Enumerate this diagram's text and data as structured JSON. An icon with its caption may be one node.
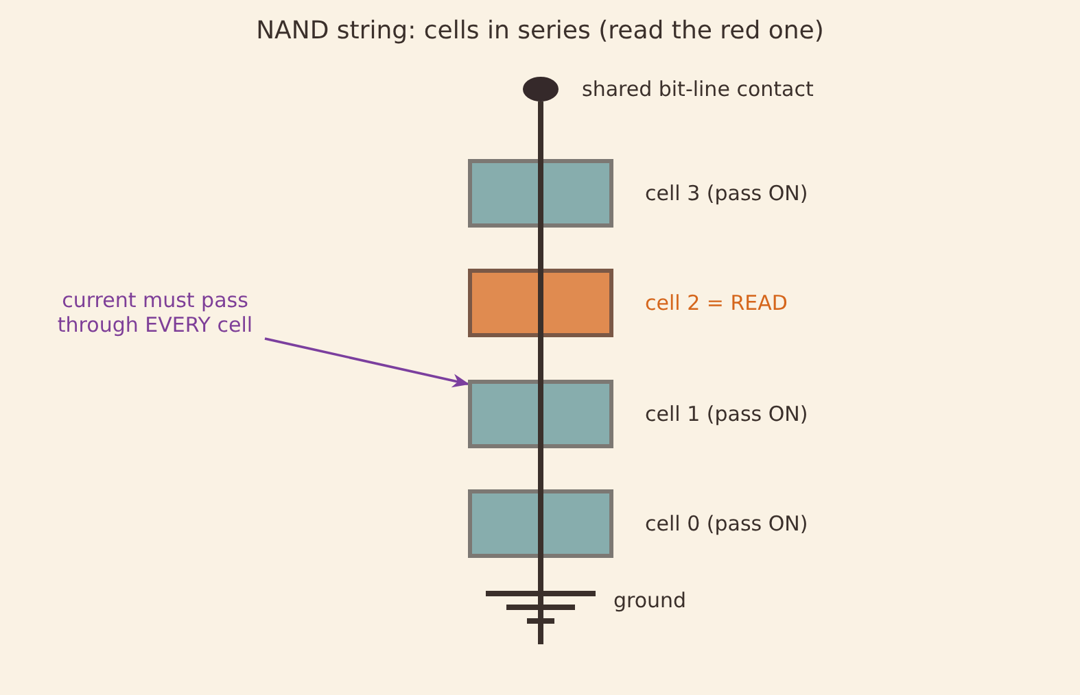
{
  "diagram": {
    "title": "NAND string: cells in series (read the red one)",
    "nodes": [
      {
        "text": [],
        "shape": "circle",
        "beside": [
          "shared bit-line contact"
        ]
      },
      {
        "text": [],
        "shape": "box",
        "beside": [
          "cell 3 (pass ON)"
        ]
      },
      {
        "text": [],
        "shape": "box",
        "beside": [
          "cell 2 = READ"
        ]
      },
      {
        "text": [],
        "shape": "box",
        "beside": [
          "cell 1 (pass ON)"
        ]
      },
      {
        "text": [],
        "shape": "box",
        "beside": [
          "cell 0 (pass ON)"
        ]
      },
      {
        "text": [],
        "shape": "bar",
        "beside": [
          "ground"
        ]
      },
      {
        "text": [
          "current must pass through EVERY cell"
        ]
      }
    ],
    "edges": [
      {
        "from": 0,
        "to": 1,
        "arrow": "none"
      },
      {
        "from": 1,
        "to": 2,
        "arrow": "none"
      },
      {
        "from": 2,
        "to": 3,
        "arrow": "none"
      },
      {
        "from": 3,
        "to": 4,
        "arrow": "none"
      },
      {
        "from": 4,
        "to": 5,
        "arrow": "none"
      },
      {
        "from": 6,
        "to": 3,
        "arrow": "to",
        "color": "#7b3f9e"
      }
    ]
  }
}
